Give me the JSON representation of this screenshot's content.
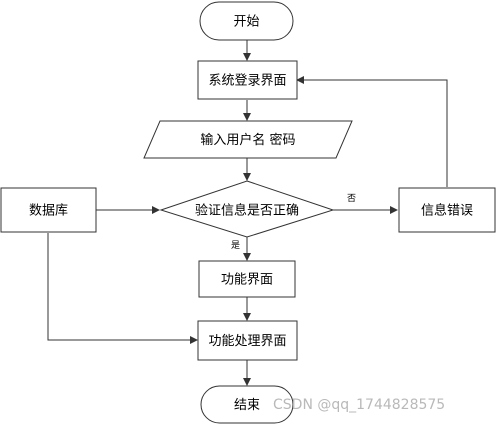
{
  "nodes": {
    "start": "开始",
    "login": "系统登录界面",
    "input": "输入用户名 密码",
    "verify": "验证信息是否正确",
    "error": "信息错误",
    "database": "数据库",
    "function": "功能界面",
    "processing": "功能处理界面",
    "end": "结束"
  },
  "edges": {
    "no": "否",
    "yes": "是"
  },
  "watermark": "CSDN @qq_1744828575"
}
